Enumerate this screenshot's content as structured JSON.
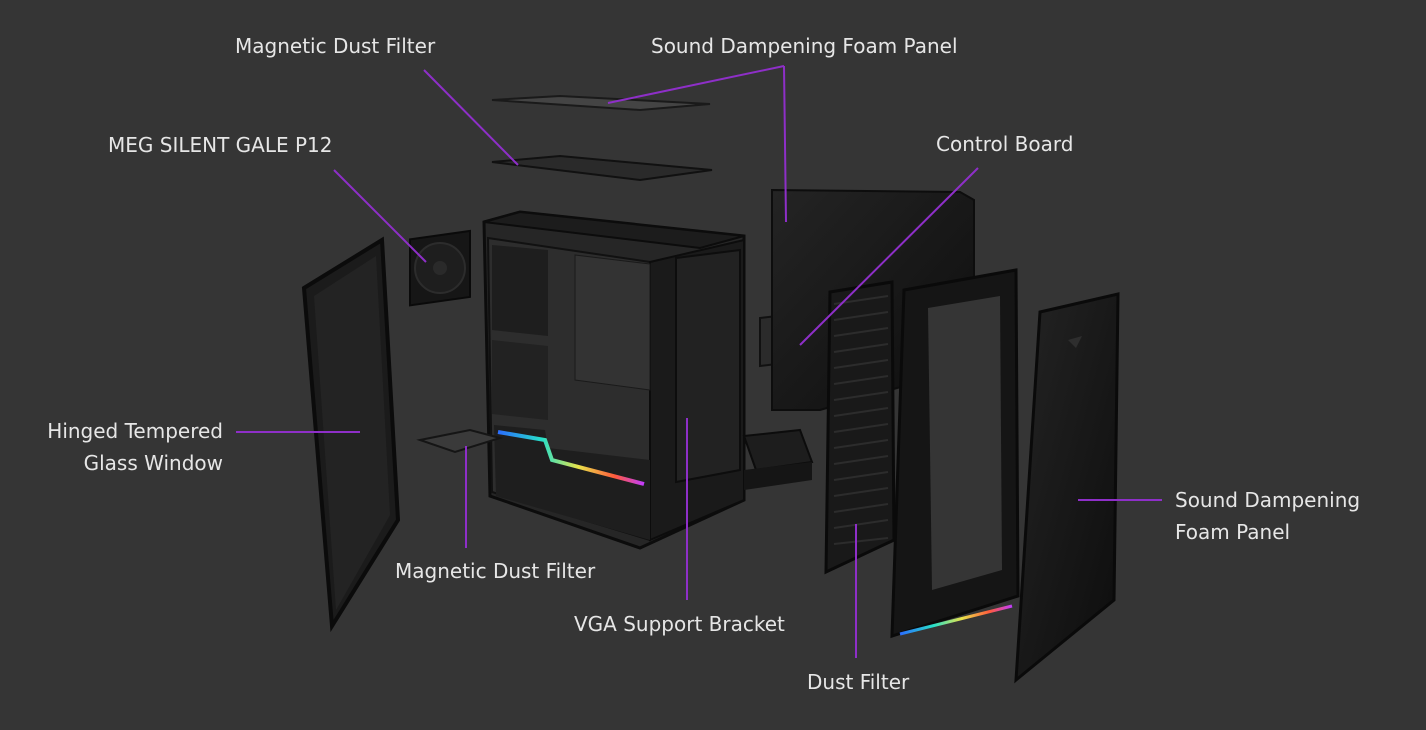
{
  "colors": {
    "background": "#353535",
    "leader_line": "#8e2fc8",
    "label_text": "#e6e6e6",
    "panel_dark": "#1a1a1a",
    "panel_edge": "#0c0c0c"
  },
  "labels": {
    "top_filter": "Magnetic Dust Filter",
    "top_foam": "Sound Dampening Foam Panel",
    "fan": "MEG SILENT GALE P12",
    "control_board": "Control Board",
    "glass_line1": "Hinged Tempered",
    "glass_line2": "Glass Window",
    "right_foam_line1": "Sound Dampening",
    "right_foam_line2": "Foam Panel",
    "bottom_filter": "Magnetic Dust Filter",
    "vga_bracket": "VGA Support Bracket",
    "dust_filter": "Dust Filter"
  }
}
